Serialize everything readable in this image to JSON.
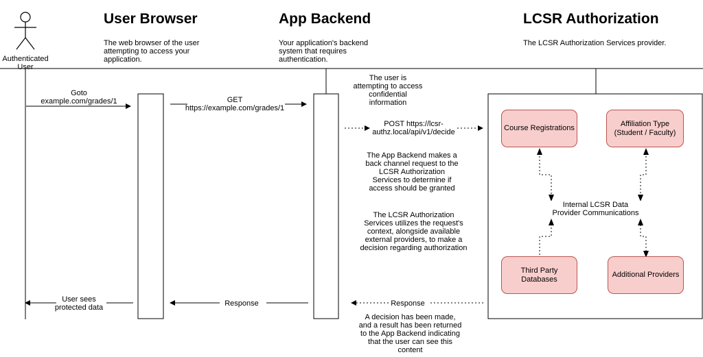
{
  "actor": {
    "label": "Authenticated\nUser"
  },
  "columns": {
    "browser": {
      "title": "User Browser",
      "description": "The web browser of the user\nattempting to access your\napplication."
    },
    "backend": {
      "title": "App Backend",
      "description": "Your application's backend\nsystem that requires\nauthentication."
    },
    "auth": {
      "title": "LCSR Authorization",
      "description": "The LCSR Authorization Services provider."
    }
  },
  "messages": {
    "goto": "Goto\nexample.com/grades/1",
    "get": "GET\nhttps://example.com/grades/1",
    "post": "POST https://lcsr-\nauthz.local/api/v1/decide",
    "response_backend": "Response",
    "response_auth": "Response",
    "user_sees": "User sees\nprotected data"
  },
  "notes": {
    "attempting": "The user is\nattempting to access\nconfidential\ninformation",
    "back_channel": "The App Backend makes a\nback channel request to the\nLCSR Authorization\nServices to determine if\naccess should be granted",
    "utilizes": "The LCSR Authorization\nServices utilizes the request's\ncontext, alongside available\nexternal providers, to make a\ndecision regarding authorization",
    "decision": "A decision has been made,\nand a result has been returned\nto the App Backend indicating\nthat the user can see this\ncontent"
  },
  "providers": {
    "course": "Course Registrations",
    "affiliation": "Affiliation Type\n(Student / Faculty)",
    "third_party": "Third Party\nDatabases",
    "additional": "Additional Providers",
    "internal": "Internal LCSR Data\nProvider Communications"
  },
  "colors": {
    "provider_fill": "#f8cecc",
    "provider_border": "#b85450"
  }
}
